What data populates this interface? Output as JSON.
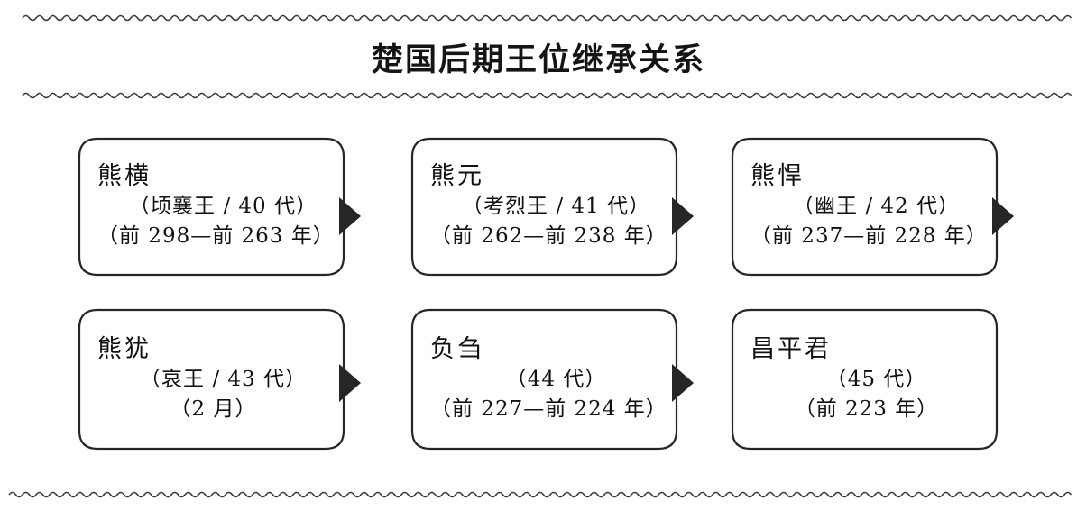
{
  "page": {
    "title": "楚国后期王位继承关系",
    "background": "#ffffff",
    "ink": "#1a1a1a",
    "arrow_color": "#262626"
  },
  "decor": {
    "wave_top_1": "wavy-rule",
    "wave_top_2": "wavy-rule",
    "wave_bottom": "wavy-rule"
  },
  "chart_data": {
    "type": "diagram",
    "title": "楚国后期王位继承关系",
    "layout": "flow-chart, 2 rows x 3 columns, left-to-right succession",
    "nodes": [
      {
        "name": "熊横",
        "titleline": "（顷襄王 / 40 代）",
        "reign": "（前 298—前 263 年）",
        "generation": 40,
        "posthumous": "顷襄王",
        "start_year": -298,
        "end_year": -263
      },
      {
        "name": "熊元",
        "titleline": "（考烈王 / 41 代）",
        "reign": "（前 262—前 238 年）",
        "generation": 41,
        "posthumous": "考烈王",
        "start_year": -262,
        "end_year": -238
      },
      {
        "name": "熊悍",
        "titleline": "（幽王 / 42 代）",
        "reign": "（前 237—前 228 年）",
        "generation": 42,
        "posthumous": "幽王",
        "start_year": -237,
        "end_year": -228
      },
      {
        "name": "熊犹",
        "titleline": "（哀王 / 43 代）",
        "reign": "（2 月）",
        "generation": 43,
        "posthumous": "哀王",
        "start_year": null,
        "end_year": null
      },
      {
        "name": "负刍",
        "titleline": "（44 代）",
        "reign": "（前 227—前 224 年）",
        "generation": 44,
        "posthumous": "",
        "start_year": -227,
        "end_year": -224
      },
      {
        "name": "昌平君",
        "titleline": "（45 代）",
        "reign": "（前 223 年）",
        "generation": 45,
        "posthumous": "",
        "start_year": -223,
        "end_year": -223
      }
    ],
    "edges": [
      {
        "from": "熊横",
        "to": "熊元",
        "marker": "solid-triangle-right"
      },
      {
        "from": "熊元",
        "to": "熊悍",
        "marker": "solid-triangle-right"
      },
      {
        "from": "熊犹",
        "to": "负刍",
        "marker": "solid-triangle-right"
      },
      {
        "from": "负刍",
        "to": "昌平君",
        "marker": "solid-triangle-right"
      }
    ]
  }
}
